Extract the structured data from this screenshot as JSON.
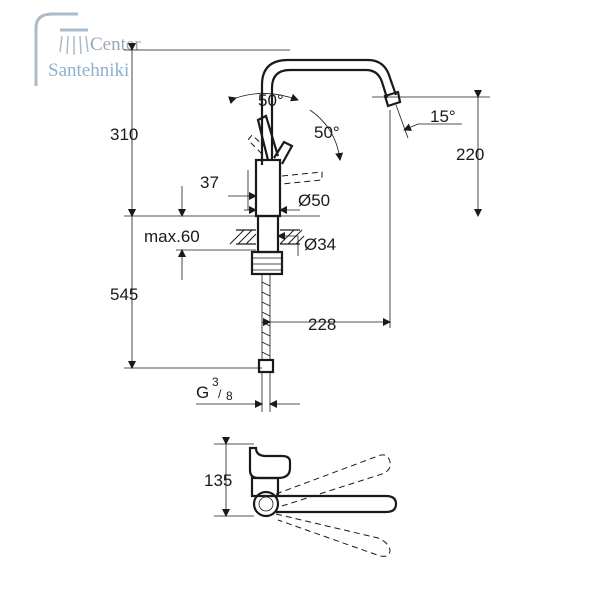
{
  "logo": {
    "line1": "Center",
    "line2": "Santehniki",
    "icon": "shower-head-icon",
    "color": "#9fb4c8"
  },
  "dimensions": {
    "height_top": "310",
    "height_spout": "220",
    "angle_lever": "50°",
    "angle_lever2": "50°",
    "angle_spout": "15°",
    "d37": "37",
    "dia50": "Ø50",
    "max60": "max.60",
    "dia34": "Ø34",
    "h545": "545",
    "reach": "228",
    "thread": "G",
    "thread_num": "3",
    "thread_den": "8",
    "h135": "135"
  }
}
